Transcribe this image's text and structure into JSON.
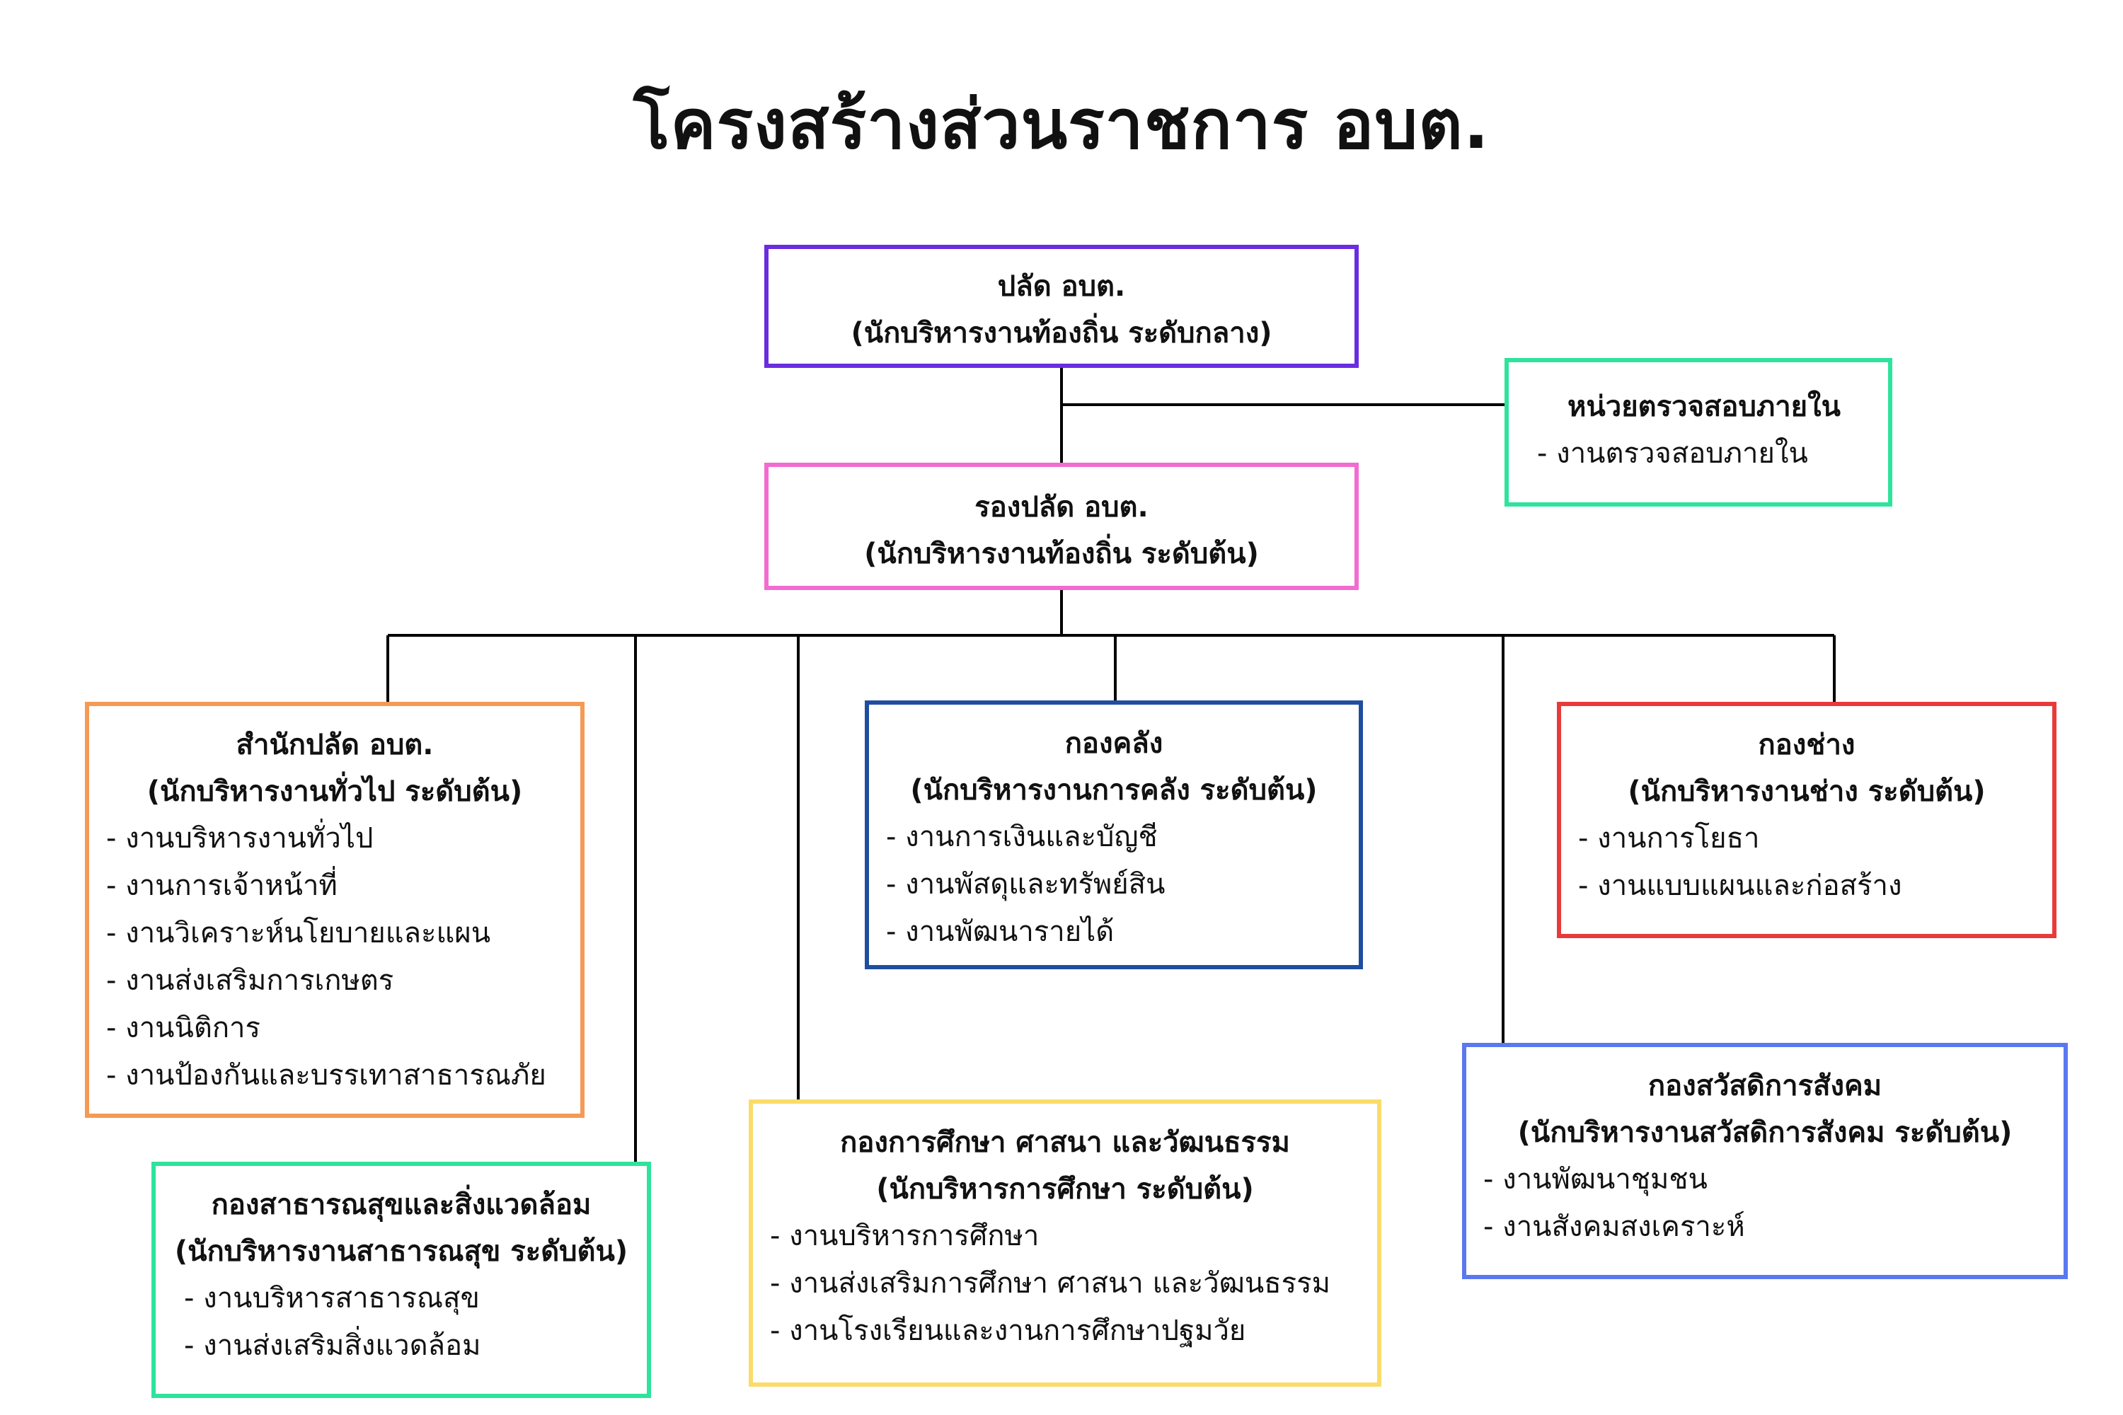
{
  "title": "โครงสร้างส่วนราชการ อบต.",
  "colors": {
    "line": "#000000",
    "purple": "#6a2ddf",
    "pink": "#f26bd0",
    "green": "#2ee39b",
    "orange": "#f49a55",
    "navy": "#1f4ea0",
    "red": "#e83a3a",
    "yellow": "#f9dc6a",
    "blue": "#5a78ef"
  },
  "nodes": {
    "chief": {
      "title": "ปลัด อบต.",
      "subtitle": "(นักบริหารงานท้องถิ่น ระดับกลาง)",
      "items": []
    },
    "audit": {
      "title": "หน่วยตรวจสอบภายใน",
      "subtitle": "",
      "items": [
        "งานตรวจสอบภายใน"
      ]
    },
    "deputy": {
      "title": "รองปลัด อบต.",
      "subtitle": "(นักบริหารงานท้องถิ่น ระดับต้น)",
      "items": []
    },
    "office": {
      "title": "สำนักปลัด อบต.",
      "subtitle": "(นักบริหารงานทั่วไป ระดับต้น)",
      "items": [
        "งานบริหารงานทั่วไป",
        "งานการเจ้าหน้าที่",
        "งานวิเคราะห์นโยบายและแผน",
        "งานส่งเสริมการเกษตร",
        "งานนิติการ",
        "งานป้องกันและบรรเทาสาธารณภัย"
      ]
    },
    "finance": {
      "title": "กองคลัง",
      "subtitle": "(นักบริหารงานการคลัง ระดับต้น)",
      "items": [
        "งานการเงินและบัญชี",
        "งานพัสดุและทรัพย์สิน",
        "งานพัฒนารายได้"
      ]
    },
    "engineering": {
      "title": "กองช่าง",
      "subtitle": "(นักบริหารงานช่าง ระดับต้น)",
      "items": [
        "งานการโยธา",
        "งานแบบแผนและก่อสร้าง"
      ]
    },
    "welfare": {
      "title": "กองสวัสดิการสังคม",
      "subtitle": "(นักบริหารงานสวัสดิการสังคม ระดับต้น)",
      "items": [
        "งานพัฒนาชุมชน",
        "งานสังคมสงเคราะห์"
      ]
    },
    "health": {
      "title": "กองสาธารณสุขและสิ่งแวดล้อม",
      "subtitle": "(นักบริหารงานสาธารณสุข ระดับต้น)",
      "items": [
        "งานบริหารสาธารณสุข",
        "งานส่งเสริมสิ่งแวดล้อม"
      ]
    },
    "education": {
      "title": "กองการศึกษา ศาสนา และวัฒนธรรม",
      "subtitle": "(นักบริหารการศึกษา ระดับต้น)",
      "items": [
        "งานบริหารการศึกษา",
        "งานส่งเสริมการศึกษา ศาสนา และวัฒนธรรม",
        "งานโรงเรียนและงานการศึกษาปฐมวัย"
      ]
    }
  }
}
